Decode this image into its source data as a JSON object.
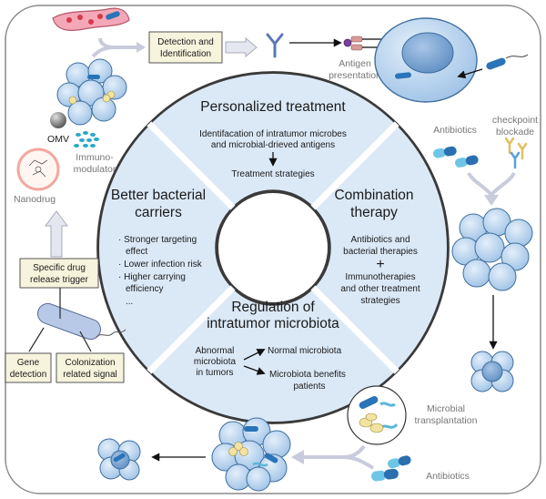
{
  "colors": {
    "frame_border": "#8a8a8a",
    "quadrant_fill": "#dbe9f7",
    "quadrant_stroke": "#3a3a3a",
    "box_fill": "#f7f4dd",
    "box_stroke": "#555555",
    "cell_fill": "#bcd6f0",
    "cell_stroke": "#3f6f9e",
    "nucleus_fill": "#8fb2d8",
    "bacteria_blue": "#2a74b8",
    "capsule_cyan": "#6ec6e6",
    "capsule_blue": "#2a6fb0",
    "gray_arrow": "#c8cbdc"
  },
  "quadrants": {
    "top": {
      "title": "Personalized treatment",
      "line1": "Identifacation of intratumor microbes",
      "line2": "and microbial-drieved antigens",
      "result": "Treatment strategies"
    },
    "left": {
      "title_line1": "Better bacterial",
      "title_line2": "carriers",
      "bullets": [
        "· Stronger targeting",
        "effect",
        "· Lower infection risk",
        "· Higher carrying",
        "efficiency",
        "..."
      ]
    },
    "right": {
      "title_line1": "Combination",
      "title_line2": "therapy",
      "line1": "Antibiotics and",
      "line2": "bacterial therapies",
      "plus": "+",
      "line3": "Immunotherapies",
      "line4": "and other treatment",
      "line5": "strategies"
    },
    "bottom": {
      "title_line1": "Regulation of",
      "title_line2": "intratumor microbiota",
      "source_line1": "Abnormal",
      "source_line2": "microbiota",
      "source_line3": "in tumors",
      "outcome1": "Normal microbiota",
      "outcome2_line1": "Microbiota benefits",
      "outcome2_line2": "patients"
    }
  },
  "top_panel": {
    "detection_line1": "Detection and",
    "detection_line2": "Identification",
    "antigen_line1": "Antigen",
    "antigen_line2": "presentation"
  },
  "right_panel": {
    "antibiotics": "Antibiotics",
    "checkpoint_line1": "checkpoint",
    "checkpoint_line2": "blockade"
  },
  "left_panel": {
    "omv": "OMV",
    "immuno_line1": "Immuno-",
    "immuno_line2": "modulator",
    "nanodrug": "Nanodrug",
    "trigger_line1": "Specific drug",
    "trigger_line2": "release trigger",
    "gene_line1": "Gene",
    "gene_line2": "detection",
    "colon_line1": "Colonization",
    "colon_line2": "related signal"
  },
  "bottom_panel": {
    "microbial_line1": "Microbial",
    "microbial_line2": "transplantation",
    "antibiotics": "Antibiotics"
  }
}
